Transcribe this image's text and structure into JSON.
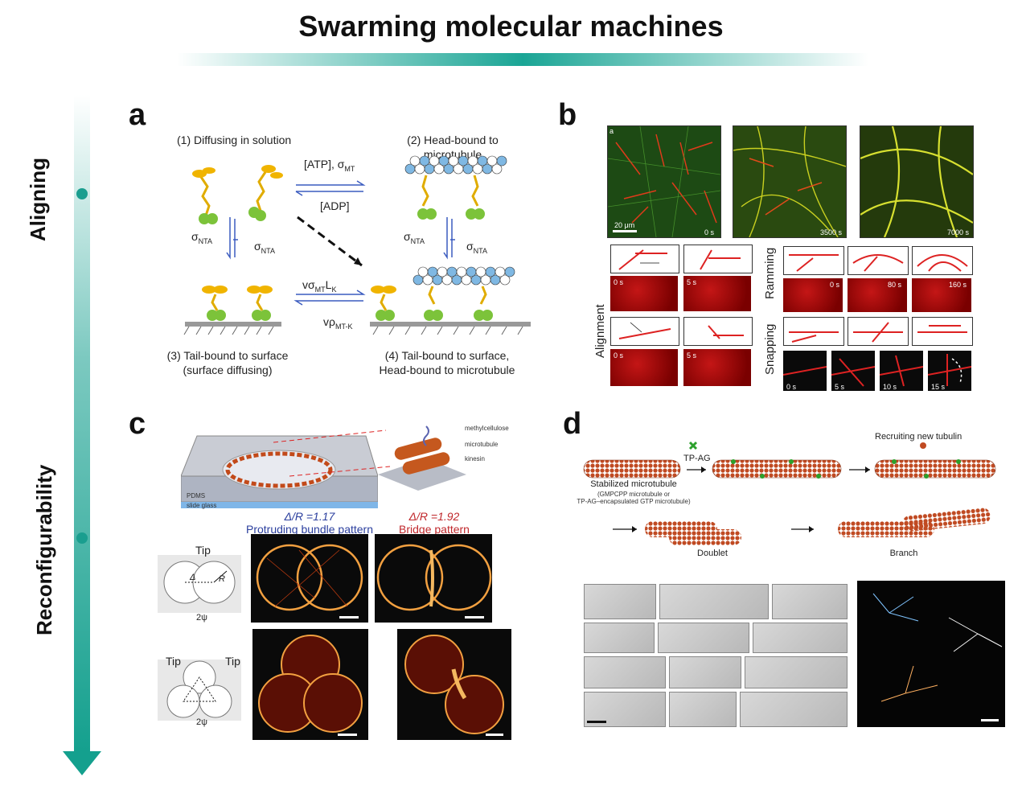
{
  "title": "Swarming molecular machines",
  "axis_labels": {
    "top": "Aligning",
    "bottom": "Reconfigurability"
  },
  "panels": {
    "a": {
      "letter": "a",
      "state1": "(1) Diffusing in solution",
      "state2_line1": "(2) Head-bound to",
      "state2_line2": "microtubule",
      "state3_line1": "(3) Tail-bound to surface",
      "state3_line2": "(surface diffusing)",
      "state4_line1": "(4) Tail-bound to surface,",
      "state4_line2": "Head-bound to microtubule",
      "rate_atp": "[ATP], σ",
      "rate_atp_sub": "MT",
      "rate_adp": "[ADP]",
      "sigma_nta": "σ",
      "sigma_nta_sub": "NTA",
      "rate_bottom_top": "vσ",
      "rate_bottom_top_sub1": "MT",
      "rate_bottom_top_mid": "L",
      "rate_bottom_top_sub2": "K",
      "rate_bottom_bot": "vρ",
      "rate_bottom_bot_sub": "MT-K"
    },
    "b": {
      "letter": "b",
      "img_a_label": "a",
      "scale_label": "20 μm",
      "times_top": [
        "0 s",
        "3500 s",
        "7000 s"
      ],
      "alignment_label": "Alignment",
      "ramming_label": "Ramming",
      "snapping_label": "Snapping",
      "align_times": [
        "0 s",
        "5 s"
      ],
      "align_times2": [
        "0 s",
        "5 s"
      ],
      "ram_times": [
        "0 s",
        "80 s",
        "160 s"
      ],
      "snap_times": [
        "0 s",
        "5 s",
        "10 s",
        "15 s"
      ]
    },
    "c": {
      "letter": "c",
      "methylcellulose": "methylcellulose",
      "microtubule": "microtubule",
      "kinesin": "kinesin",
      "pdms": "PDMS",
      "slide": "slide glass",
      "ratio1": "Δ/R =1.17",
      "pattern1": "Protruding bundle pattern",
      "ratio2": "Δ/R =1.92",
      "pattern2": "Bridge pattern",
      "tip": "Tip",
      "tip_left": "Tip",
      "tip_right": "Tip",
      "delta": "Δ",
      "r": "R",
      "psi": "2ψ",
      "psi2": "2ψ"
    },
    "d": {
      "letter": "d",
      "tpag": "TP-AG",
      "recruit": "Recruiting new tubulin",
      "stab1": "Stabilized microtubule",
      "stab2": "(GMPCPP microtubule or",
      "stab3": "TP-AG–encapsulated GTP microtubule)",
      "doublet": "Doublet",
      "branch": "Branch"
    }
  },
  "colors": {
    "accent": "#1aa595",
    "arrow_blue": "#3a5bbf",
    "ratio1": "#2b3f9e",
    "ratio2": "#c0282c"
  }
}
